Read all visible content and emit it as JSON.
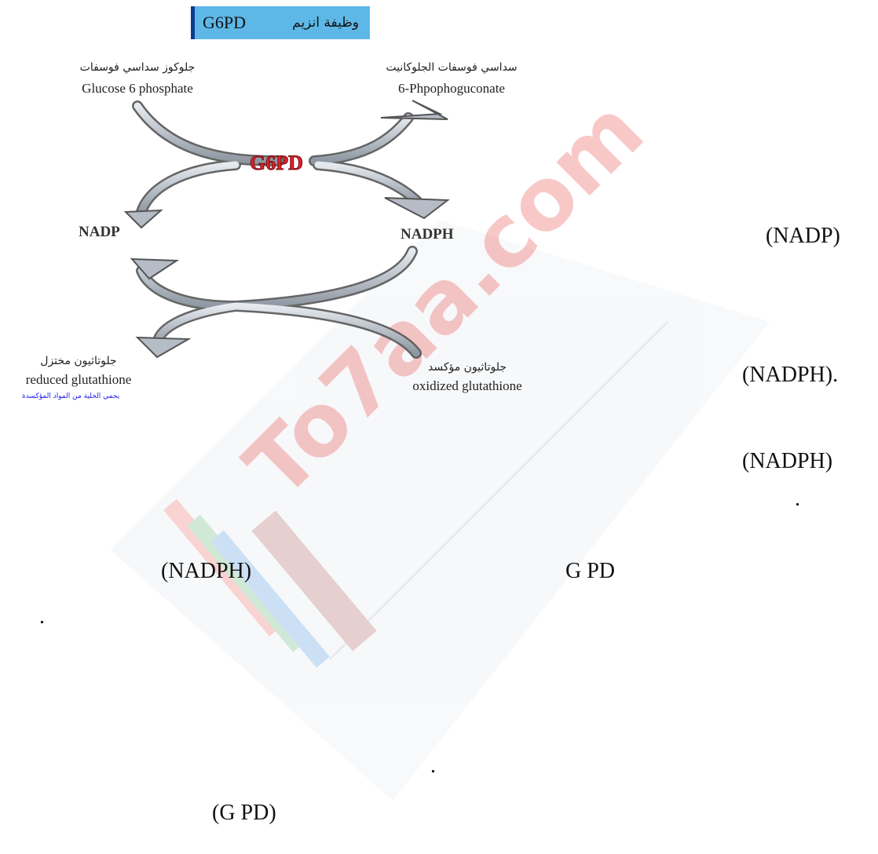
{
  "diagram": {
    "title_ar": "وظيفة انزيم",
    "title_en": "G6PD",
    "glucose_ar": "جلوكوز سداسي فوسفات",
    "glucose_en": "Glucose 6 phosphate",
    "gluconate_ar": "سداسي فوسفات الجلوكانيت",
    "gluconate_en": "6-Phpophoguconate",
    "enzyme": "G6PD",
    "nadp": "NADP",
    "nadph": "NADPH",
    "reduced_ar": "جلوتاثيون مختزل",
    "reduced_en": "reduced glutathione",
    "reduced_note": "يحمي الخلية من المواد المؤكسدة",
    "oxidized_ar": "جلوتاثيون مؤكسد",
    "oxidized_en": "oxidized glutathione"
  },
  "text": {
    "line1": "(NADP)",
    "line2": "(NADPH).",
    "line3": "(NADPH)",
    "dot1": ".",
    "line4a": "(NADPH)",
    "line4b": "G PD",
    "dot2": ".",
    "dot3": ".",
    "line5": "(G PD)"
  },
  "watermark": {
    "text": "To7aa.com",
    "color": "#e53935"
  }
}
